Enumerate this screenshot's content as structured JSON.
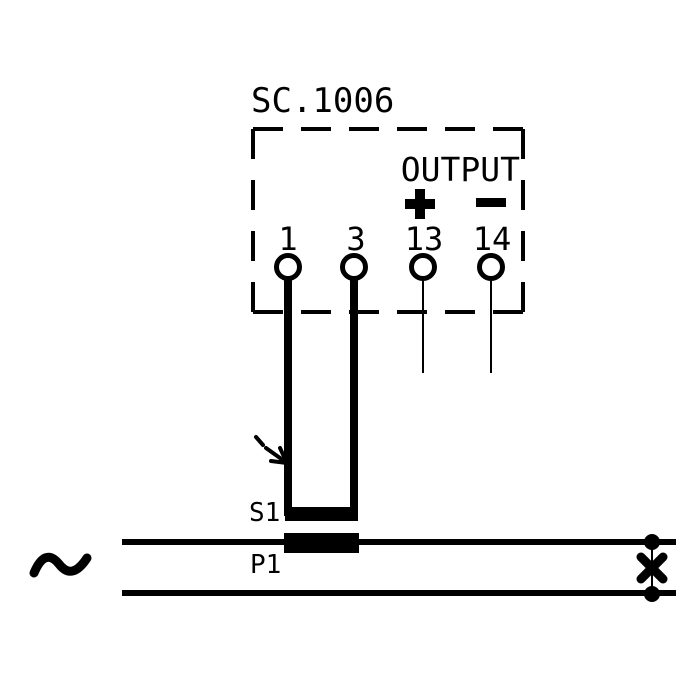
{
  "colors": {
    "ink": "#000000",
    "background": "#ffffff"
  },
  "device": {
    "title": "SC.1006",
    "output_label": "OUTPUT",
    "polarity_plus": "+",
    "polarity_minus": "-"
  },
  "terminals": [
    {
      "label": "1"
    },
    {
      "label": "3"
    },
    {
      "label": "13"
    },
    {
      "label": "14"
    }
  ],
  "transformer": {
    "secondary_label": "S1",
    "primary_label": "P1"
  },
  "symbols": {
    "ac_source_icon": "sine-wave",
    "load_icon": "x-cross",
    "junction_icon": "filled-dot",
    "secondary_wire_pointer_icon": "arrow-to-wire"
  }
}
